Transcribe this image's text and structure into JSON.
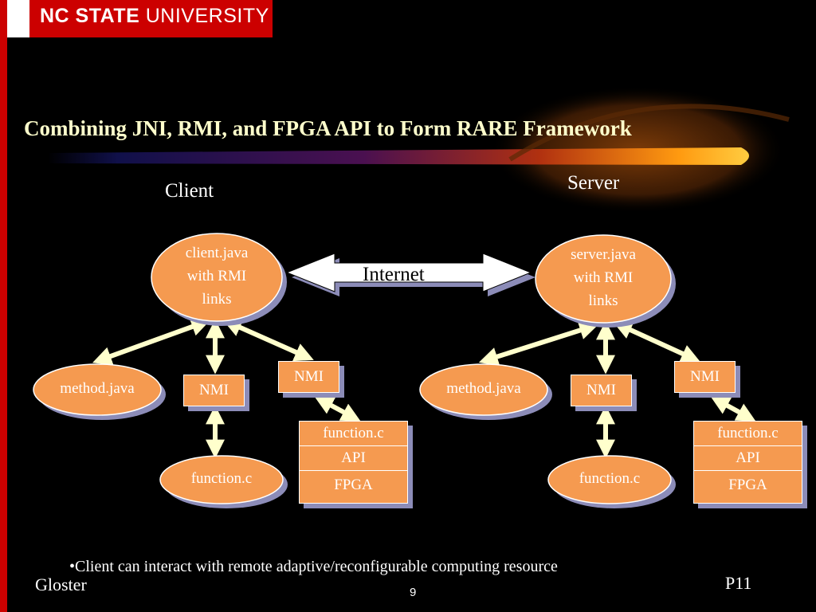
{
  "header": {
    "logo_bold": "NC STATE",
    "logo_light": " UNIVERSITY"
  },
  "slide": {
    "title": "Combining JNI, RMI, and FPGA API to Form RARE Framework",
    "client_label": "Client",
    "server_label": "Server",
    "internet_label": "Internet"
  },
  "client": {
    "main_lines": [
      "client.java",
      "with RMI",
      "links"
    ],
    "method": "method.java",
    "nmi_left": "NMI",
    "nmi_right": "NMI",
    "function_oval": "function.c",
    "stack": [
      "function.c",
      "API",
      "FPGA"
    ]
  },
  "server": {
    "main_lines": [
      "server.java",
      "with RMI",
      "links"
    ],
    "method": "method.java",
    "nmi_left": "NMI",
    "nmi_right": "NMI",
    "function_oval": "function.c",
    "stack": [
      "function.c",
      "API",
      "FPGA"
    ]
  },
  "footer": {
    "note": "•Client can interact with remote adaptive/reconfigurable computing resource",
    "author": "Gloster",
    "page_ref": "P11",
    "page_number": "9"
  },
  "colors": {
    "node_fill": "#f59a50",
    "shadow": "#8c8cb8",
    "arrow": "#ffffcc",
    "title": "#ffffcc",
    "brand_red": "#cc0000"
  }
}
